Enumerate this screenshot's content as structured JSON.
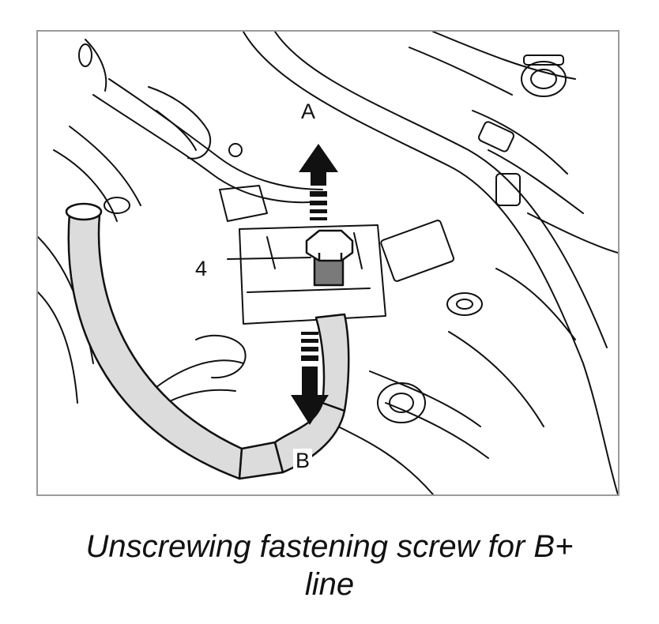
{
  "figure": {
    "callouts": {
      "a": "A",
      "b": "B",
      "part_number": "4"
    },
    "caption_line1": "Unscrewing fastening screw for B+",
    "caption_line2": "line",
    "colors": {
      "line": "#111111",
      "cable_fill": "#dcdcdc",
      "bolt_fill": "#7a7a7a",
      "arrow_fill": "#111111",
      "frame": "#9a9a9a"
    }
  }
}
